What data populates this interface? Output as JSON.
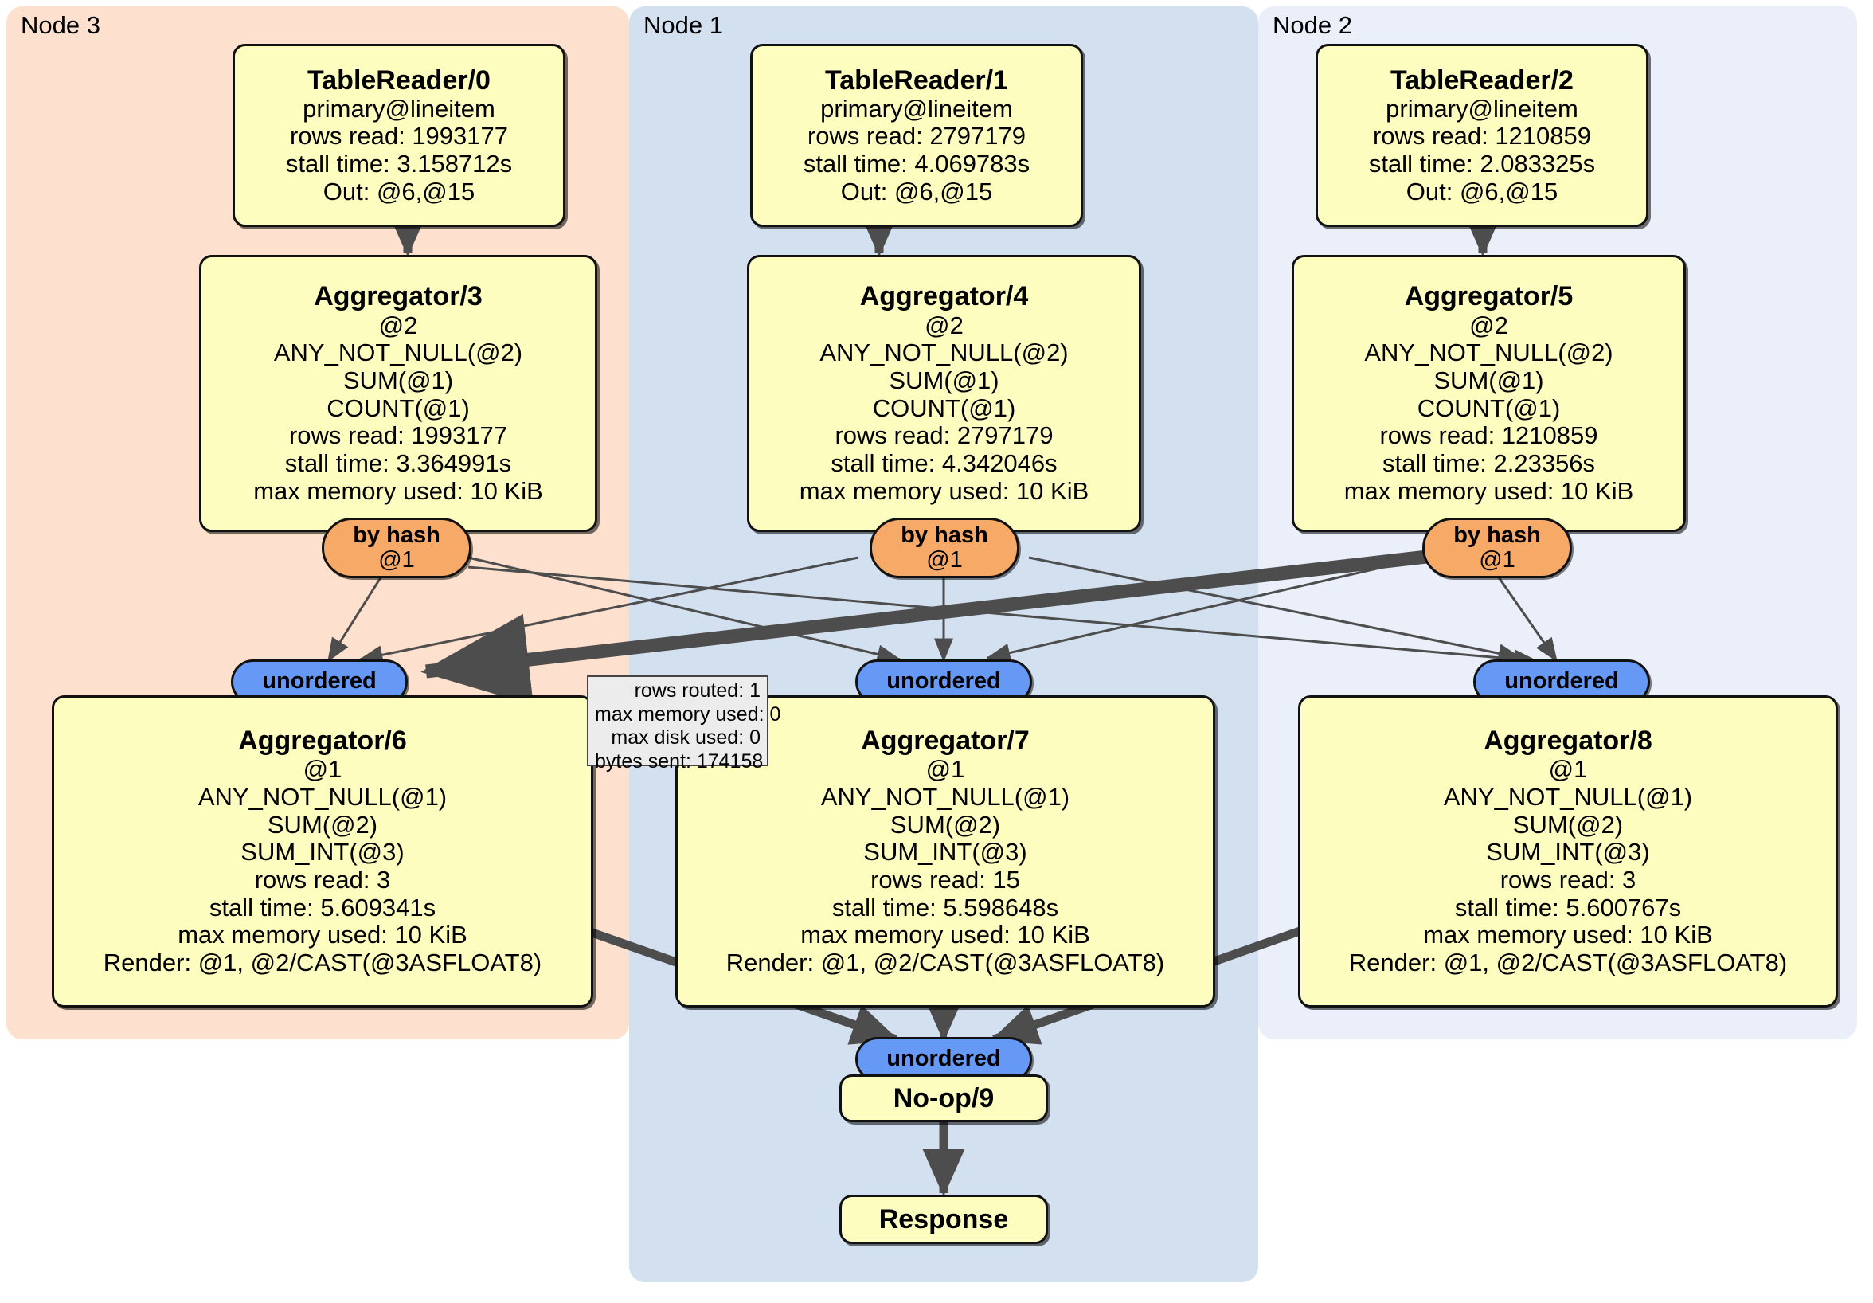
{
  "diagram": {
    "type": "distributed-query-plan",
    "colors": {
      "cluster_node3": "#fde0cd",
      "cluster_node1": "#d3e0ef",
      "cluster_node2": "#eaeffa",
      "operator_box": "#fdfdc0",
      "router_by_hash": "#f7a968",
      "router_unordered": "#6699f5",
      "tooltip_bg": "#ececec",
      "edge": "#4d4d4d"
    },
    "clusters": [
      {
        "id": "node3",
        "label": "Node 3"
      },
      {
        "id": "node1",
        "label": "Node 1"
      },
      {
        "id": "node2",
        "label": "Node 2"
      }
    ],
    "operators": [
      {
        "id": "tablereader0",
        "cluster": "node3",
        "title": "TableReader/0",
        "lines": [
          "primary@lineitem",
          "rows read: 1993177",
          "stall time: 3.158712s",
          "Out: @6,@15"
        ]
      },
      {
        "id": "tablereader1",
        "cluster": "node1",
        "title": "TableReader/1",
        "lines": [
          "primary@lineitem",
          "rows read: 2797179",
          "stall time: 4.069783s",
          "Out: @6,@15"
        ]
      },
      {
        "id": "tablereader2",
        "cluster": "node2",
        "title": "TableReader/2",
        "lines": [
          "primary@lineitem",
          "rows read: 1210859",
          "stall time: 2.083325s",
          "Out: @6,@15"
        ]
      },
      {
        "id": "aggregator3",
        "cluster": "node3",
        "title": "Aggregator/3",
        "lines": [
          "@2",
          "ANY_NOT_NULL(@2)",
          "SUM(@1)",
          "COUNT(@1)",
          "rows read: 1993177",
          "stall time: 3.364991s",
          "max memory used: 10 KiB"
        ]
      },
      {
        "id": "aggregator4",
        "cluster": "node1",
        "title": "Aggregator/4",
        "lines": [
          "@2",
          "ANY_NOT_NULL(@2)",
          "SUM(@1)",
          "COUNT(@1)",
          "rows read: 2797179",
          "stall time: 4.342046s",
          "max memory used: 10 KiB"
        ]
      },
      {
        "id": "aggregator5",
        "cluster": "node2",
        "title": "Aggregator/5",
        "lines": [
          "@2",
          "ANY_NOT_NULL(@2)",
          "SUM(@1)",
          "COUNT(@1)",
          "rows read: 1210859",
          "stall time: 2.23356s",
          "max memory used: 10 KiB"
        ]
      },
      {
        "id": "aggregator6",
        "cluster": "node3",
        "title": "Aggregator/6",
        "lines": [
          "@1",
          "ANY_NOT_NULL(@1)",
          "SUM(@2)",
          "SUM_INT(@3)",
          "rows read: 3",
          "stall time: 5.609341s",
          "max memory used: 10 KiB",
          "Render: @1, @2/CAST(@3ASFLOAT8)"
        ]
      },
      {
        "id": "aggregator7",
        "cluster": "node1",
        "title": "Aggregator/7",
        "lines": [
          "@1",
          "ANY_NOT_NULL(@1)",
          "SUM(@2)",
          "SUM_INT(@3)",
          "rows read: 15",
          "stall time: 5.598648s",
          "max memory used: 10 KiB",
          "Render: @1, @2/CAST(@3ASFLOAT8)"
        ]
      },
      {
        "id": "aggregator8",
        "cluster": "node2",
        "title": "Aggregator/8",
        "lines": [
          "@1",
          "ANY_NOT_NULL(@1)",
          "SUM(@2)",
          "SUM_INT(@3)",
          "rows read: 3",
          "stall time: 5.600767s",
          "max memory used: 10 KiB",
          "Render: @1, @2/CAST(@3ASFLOAT8)"
        ]
      },
      {
        "id": "noop9",
        "cluster": "node1",
        "title": "No-op/9",
        "lines": []
      },
      {
        "id": "response",
        "cluster": "node1",
        "title": "Response",
        "lines": []
      }
    ],
    "routers": [
      {
        "id": "hash3",
        "kind": "by-hash",
        "label": "by hash",
        "sub": "@1",
        "cluster": "node3"
      },
      {
        "id": "hash4",
        "kind": "by-hash",
        "label": "by hash",
        "sub": "@1",
        "cluster": "node1"
      },
      {
        "id": "hash5",
        "kind": "by-hash",
        "label": "by hash",
        "sub": "@1",
        "cluster": "node2"
      },
      {
        "id": "unord6",
        "kind": "unordered",
        "label": "unordered",
        "sub": "",
        "cluster": "node3"
      },
      {
        "id": "unord7",
        "kind": "unordered",
        "label": "unordered",
        "sub": "",
        "cluster": "node1"
      },
      {
        "id": "unord8",
        "kind": "unordered",
        "label": "unordered",
        "sub": "",
        "cluster": "node2"
      },
      {
        "id": "unord9",
        "kind": "unordered",
        "label": "unordered",
        "sub": "",
        "cluster": "node1"
      }
    ],
    "stats_tooltip": {
      "id": "stream-stats",
      "lines": [
        "rows routed: 1",
        "max memory used: 0",
        "max disk used: 0",
        "bytes sent: 174158"
      ]
    }
  }
}
